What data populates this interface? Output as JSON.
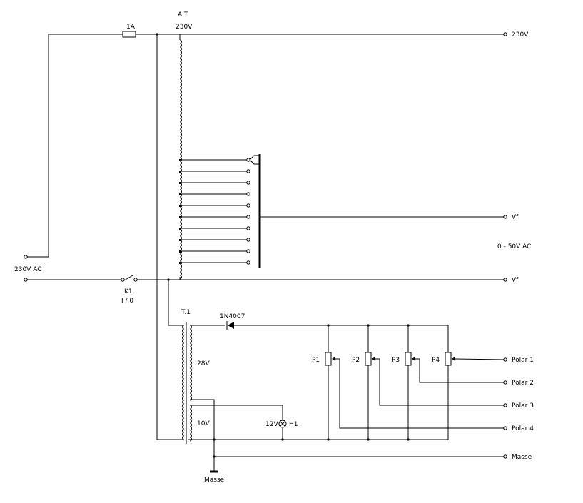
{
  "labels": {
    "fuse": "1A",
    "autotransformer": "A.T",
    "at_primary_voltage": "230V",
    "output_230": "230V",
    "output_vf_top": "Vf",
    "output_vf_bottom": "Vf",
    "vf_range": "0 - 50V AC",
    "mains_input": "230V AC",
    "switch": "K1",
    "switch_state": "I / 0",
    "transformer": "T.1",
    "diode": "1N4007",
    "secondary_high": "28V",
    "secondary_low": "10V",
    "lamp_voltage": "12V",
    "lamp": "H1",
    "ground": "Masse",
    "output_masse": "Masse"
  },
  "potentiometers": [
    "P1",
    "P2",
    "P3",
    "P4"
  ],
  "polar_outputs": [
    "Polar 1",
    "Polar 2",
    "Polar 3",
    "Polar 4"
  ]
}
